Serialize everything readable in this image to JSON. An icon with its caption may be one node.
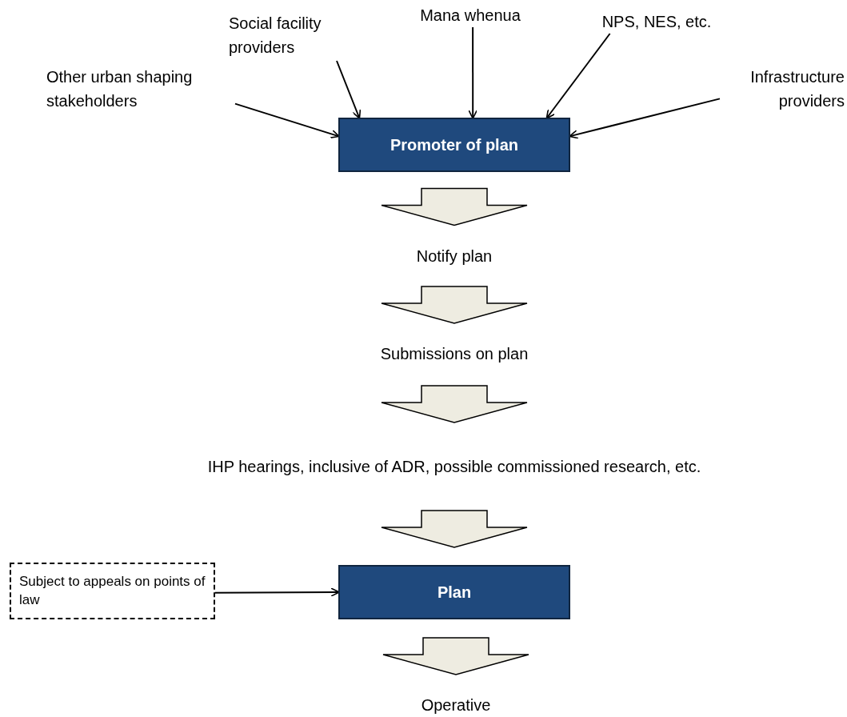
{
  "diagram": {
    "nodes": [
      {
        "text": [
          "Other urban shaping stakeholders"
        ]
      },
      {
        "text": [
          "Social facility providers"
        ]
      },
      {
        "text": [
          "Mana whenua"
        ]
      },
      {
        "text": [
          "NPS, NES, etc."
        ]
      },
      {
        "text": [
          "Infrastructure providers"
        ]
      },
      {
        "text": [
          "Promoter of plan"
        ]
      },
      {
        "text": [
          "Notify plan"
        ]
      },
      {
        "text": [
          "Submissions on plan"
        ]
      },
      {
        "text": [
          "IHP hearings, inclusive of ADR, possible commissioned research, etc."
        ]
      },
      {
        "text": [
          "Subject to appeals on points of law"
        ]
      },
      {
        "text": [
          "Plan"
        ]
      },
      {
        "text": [
          "Operative"
        ]
      }
    ],
    "edges": [
      {
        "from": 0,
        "to": 5,
        "arrow": "to"
      },
      {
        "from": 1,
        "to": 5,
        "arrow": "to"
      },
      {
        "from": 2,
        "to": 5,
        "arrow": "to"
      },
      {
        "from": 3,
        "to": 5,
        "arrow": "to"
      },
      {
        "from": 4,
        "to": 5,
        "arrow": "to"
      },
      {
        "from": 5,
        "to": 6,
        "arrow": "to",
        "style": "thick",
        "color": "#eeece1"
      },
      {
        "from": 6,
        "to": 7,
        "arrow": "to",
        "style": "thick",
        "color": "#eeece1"
      },
      {
        "from": 7,
        "to": 8,
        "arrow": "to",
        "style": "thick",
        "color": "#eeece1"
      },
      {
        "from": 8,
        "to": 10,
        "arrow": "to",
        "style": "thick",
        "color": "#eeece1"
      },
      {
        "from": 10,
        "to": 11,
        "arrow": "to",
        "style": "thick",
        "color": "#eeece1"
      },
      {
        "from": 9,
        "to": 10,
        "arrow": "to"
      }
    ]
  }
}
